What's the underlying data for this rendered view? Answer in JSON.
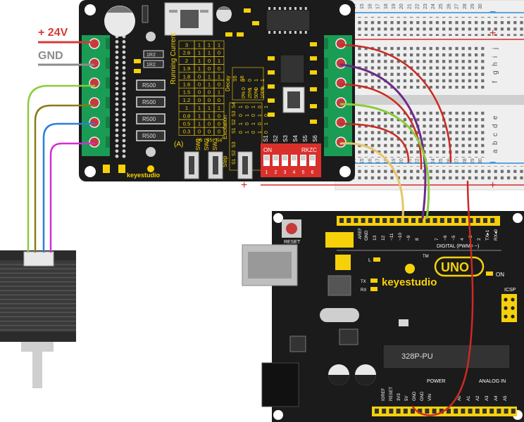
{
  "power": {
    "v24": "+ 24V",
    "gnd": "GND"
  },
  "driver": {
    "title": "Running Current",
    "col_labels": [
      "S6",
      "S5",
      "S4"
    ],
    "current_rows": [
      [
        "3",
        "1",
        "1",
        "1"
      ],
      [
        "2.6",
        "1",
        "1",
        "0"
      ],
      [
        "2",
        "1",
        "0",
        "1"
      ],
      [
        "1.9",
        "1",
        "0",
        "0"
      ],
      [
        "1.8",
        "0",
        "1",
        "1"
      ],
      [
        "1.6",
        "0",
        "1",
        "0"
      ],
      [
        "1.5",
        "0",
        "0",
        "1"
      ],
      [
        "1.2",
        "0",
        "0",
        "0"
      ],
      [
        "1",
        "1",
        "1",
        "1"
      ],
      [
        "0.8",
        "1",
        "1",
        "0"
      ],
      [
        "0.5",
        "1",
        "0",
        "0"
      ],
      [
        "0.3",
        "0",
        "0",
        "0"
      ]
    ],
    "unit": "(A)",
    "decay_label": "Decay",
    "decay_cols": [
      "S5",
      "S6"
    ],
    "decay_rows": [
      [
        "0%",
        "0",
        "0"
      ],
      [
        "25%",
        "1",
        "0"
      ],
      [
        "50%",
        "0",
        "1"
      ],
      [
        "100%",
        "1",
        "1"
      ]
    ],
    "excitation_label": "Excitation",
    "excitation_cols": [
      "S1",
      "S2",
      "S3",
      "S4"
    ],
    "step_label": "Step",
    "step_cols": [
      "S1",
      "S2",
      "S3"
    ],
    "sw_labels": [
      "SW1",
      "SW2",
      "SW3"
    ],
    "s_labels": [
      "S1",
      "S2",
      "S3",
      "S4",
      "S5",
      "S6"
    ],
    "dip_on": "ON",
    "dip_brand": "RKZC",
    "dip_nums": [
      "1",
      "2",
      "3",
      "4",
      "5",
      "6"
    ],
    "resistors": [
      "R500",
      "R500",
      "R500",
      "R500"
    ],
    "res_small": [
      "1R2",
      "1R2"
    ],
    "brand": "keyestudio"
  },
  "breadboard": {
    "row_numbers": [
      "14",
      "15",
      "16",
      "17",
      "18",
      "19",
      "20",
      "21",
      "22",
      "23",
      "24",
      "25",
      "26",
      "27",
      "28",
      "29",
      "30"
    ],
    "col_letters_top": [
      "f",
      "g",
      "h",
      "i",
      "j"
    ],
    "col_letters_bottom": [
      "a",
      "b",
      "c",
      "d",
      "e"
    ],
    "plus": "+",
    "minus": "−"
  },
  "arduino": {
    "reset": "RESET",
    "aref": "AREF",
    "gnd": "GND",
    "digital_pins": [
      "13",
      "12",
      "~11",
      "~10",
      "~9",
      "8",
      "7",
      "~6",
      "~5",
      "4",
      "~3",
      "2",
      "TX▸1",
      "RX◂0"
    ],
    "digital_label": "DIGITAL (PWM= ~)",
    "uno": "UNO",
    "on": "ON",
    "l": "L",
    "tx": "TX",
    "rx": "RX",
    "brand": "keyestudio",
    "chip": "328P-PU",
    "icsp": "ICSP",
    "power_label": "POWER",
    "analog_label": "ANALOG IN",
    "power_pins": [
      "IOREF",
      "RESET",
      "3V3",
      "5V",
      "GND",
      "GND",
      "VIN"
    ],
    "analog_pins": [
      "A0",
      "A1",
      "A2",
      "A3",
      "A4",
      "A5"
    ],
    "tm": "TM"
  },
  "colors": {
    "board": "#1b1b1b",
    "terminal": "#1a9c55",
    "yellow": "#f6d10a",
    "red_wire": "#cc2a22",
    "purple_wire": "#6d2a8a",
    "green_wire": "#8acc3c",
    "yellow_wire": "#e8c466",
    "blue_wire": "#2e7ddb",
    "magenta_wire": "#d22ed2",
    "olive_wire": "#8a7a18",
    "gray_wire": "#8c8c8c"
  }
}
